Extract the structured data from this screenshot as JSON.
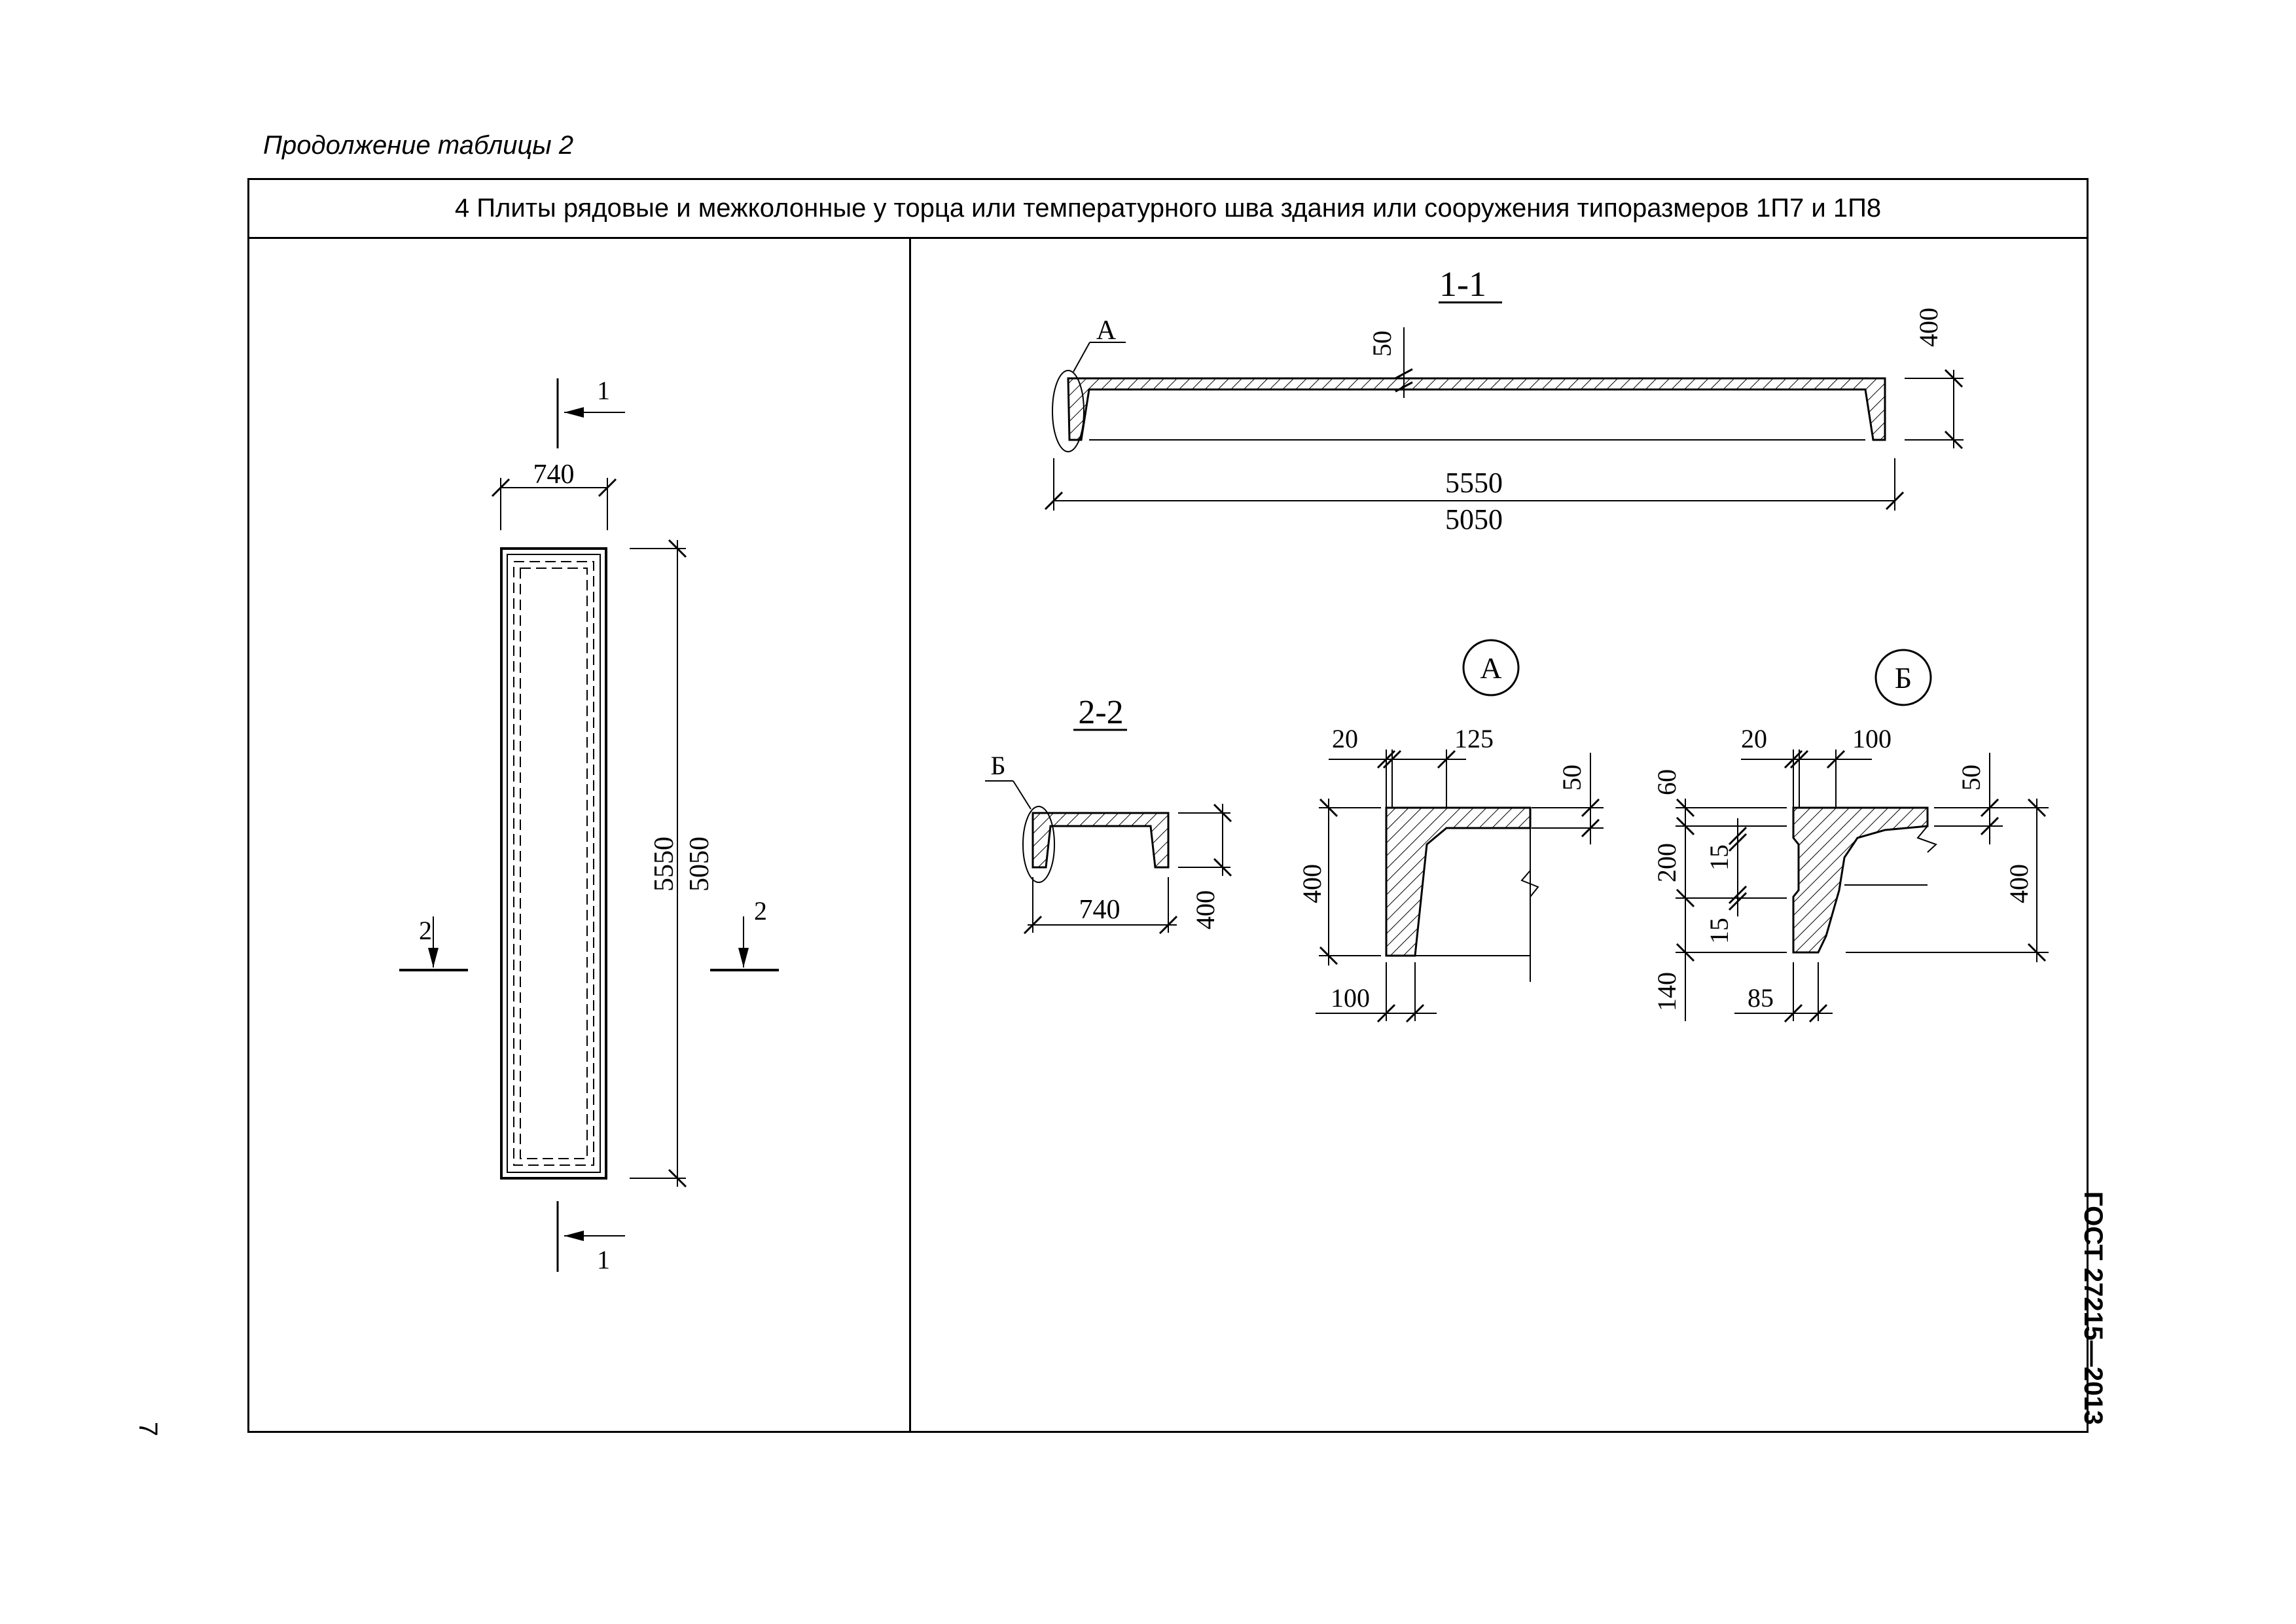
{
  "header": {
    "caption": "Продолжение таблицы 2"
  },
  "table": {
    "row_title": "4 Плиты рядовые и межколонные у торца или температурного шва здания или сооружения типоразмеров 1П7 и 1П8"
  },
  "plan_view": {
    "section_mark_1": "1",
    "section_mark_2": "2",
    "width": "740",
    "length_outer": "5550",
    "length_inner": "5050"
  },
  "section_1_1": {
    "title": "1-1",
    "callout": "А",
    "shell_thickness": "50",
    "height": "400",
    "length_outer": "5550",
    "length_inner": "5050"
  },
  "section_2_2": {
    "title": "2-2",
    "callout": "Б",
    "width": "740",
    "height": "400"
  },
  "detail_a": {
    "label": "А",
    "dim_top_left": "20",
    "dim_top_right": "125",
    "dim_shell": "50",
    "dim_height": "400",
    "dim_bottom": "100"
  },
  "detail_b": {
    "label": "Б",
    "dim_top_left": "20",
    "dim_top_right": "100",
    "dim_60": "60",
    "dim_200": "200",
    "dim_15_upper": "15",
    "dim_15_lower": "15",
    "dim_140": "140",
    "dim_shell": "50",
    "dim_height": "400",
    "dim_bottom": "85"
  },
  "footer": {
    "standard": "ГОСТ 27215—2013",
    "page_number": "7"
  }
}
